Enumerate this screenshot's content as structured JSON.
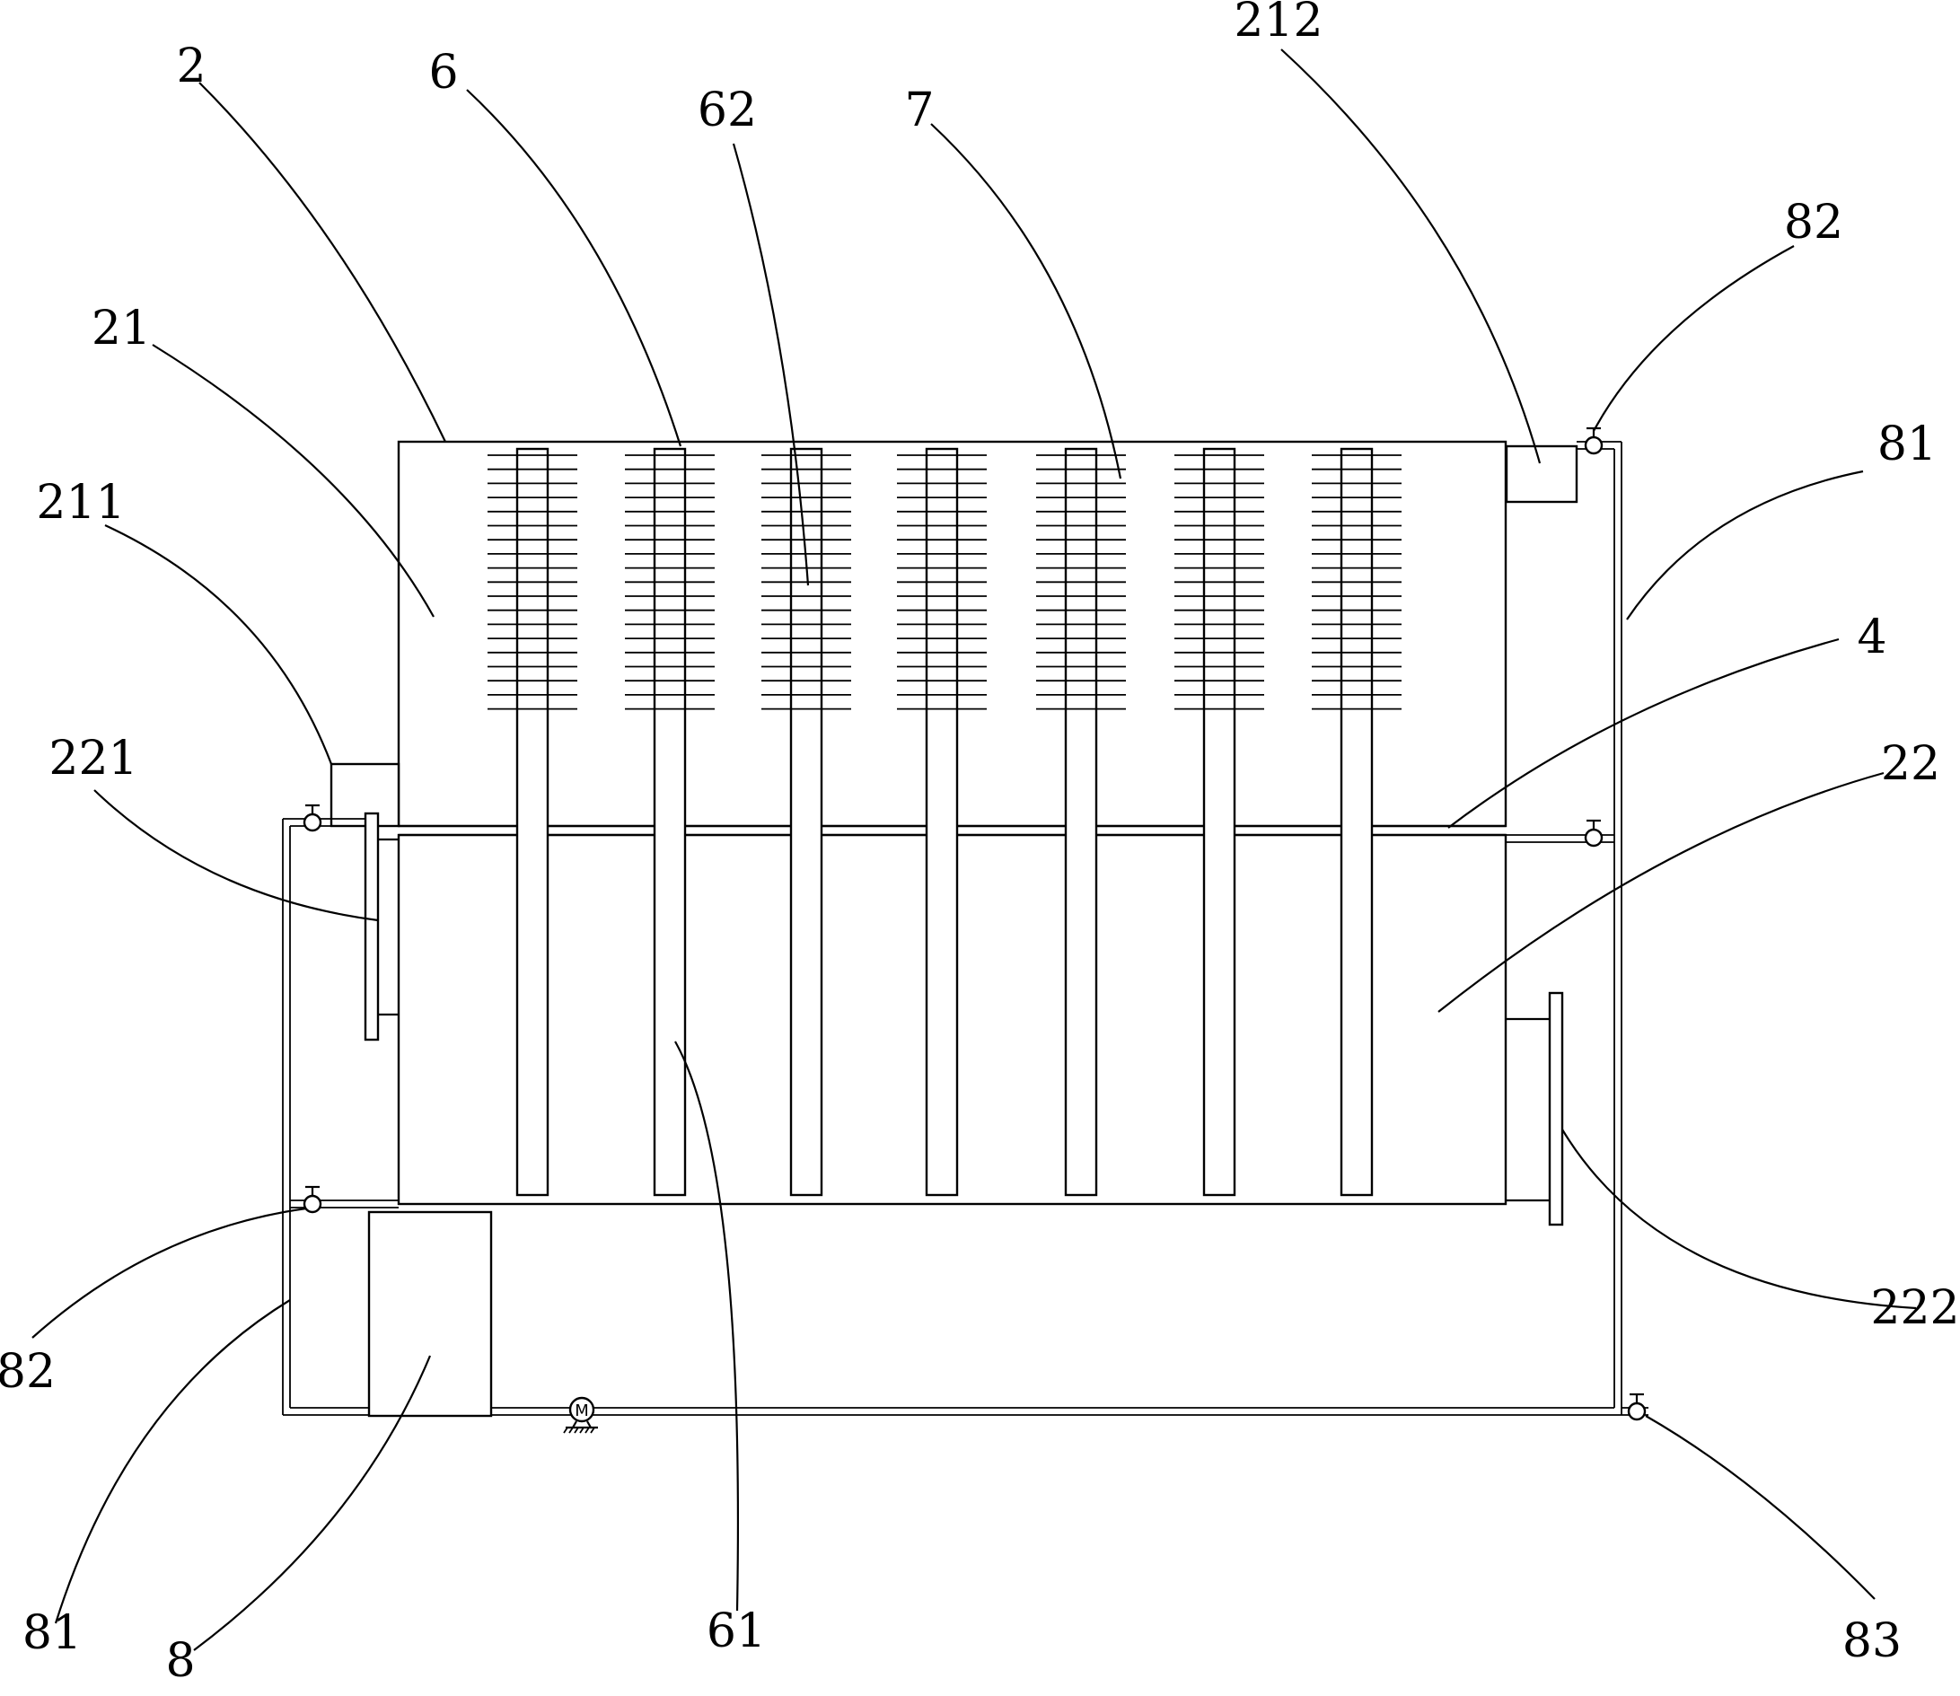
{
  "labels": {
    "l2": "2",
    "l6": "6",
    "l62": "62",
    "l7": "7",
    "l212": "212",
    "l82_top": "82",
    "l81_right": "81",
    "l21": "21",
    "l211": "211",
    "l4": "4",
    "l221": "221",
    "l22": "22",
    "l222": "222",
    "l82_left": "82",
    "l81_left": "81",
    "l8": "8",
    "l61": "61",
    "l83": "83",
    "pump_symbol": "M"
  },
  "colors": {
    "line": "#000000",
    "background": "#ffffff"
  },
  "icons": {
    "valve": "valve-icon",
    "pump": "motor-pump-icon"
  }
}
